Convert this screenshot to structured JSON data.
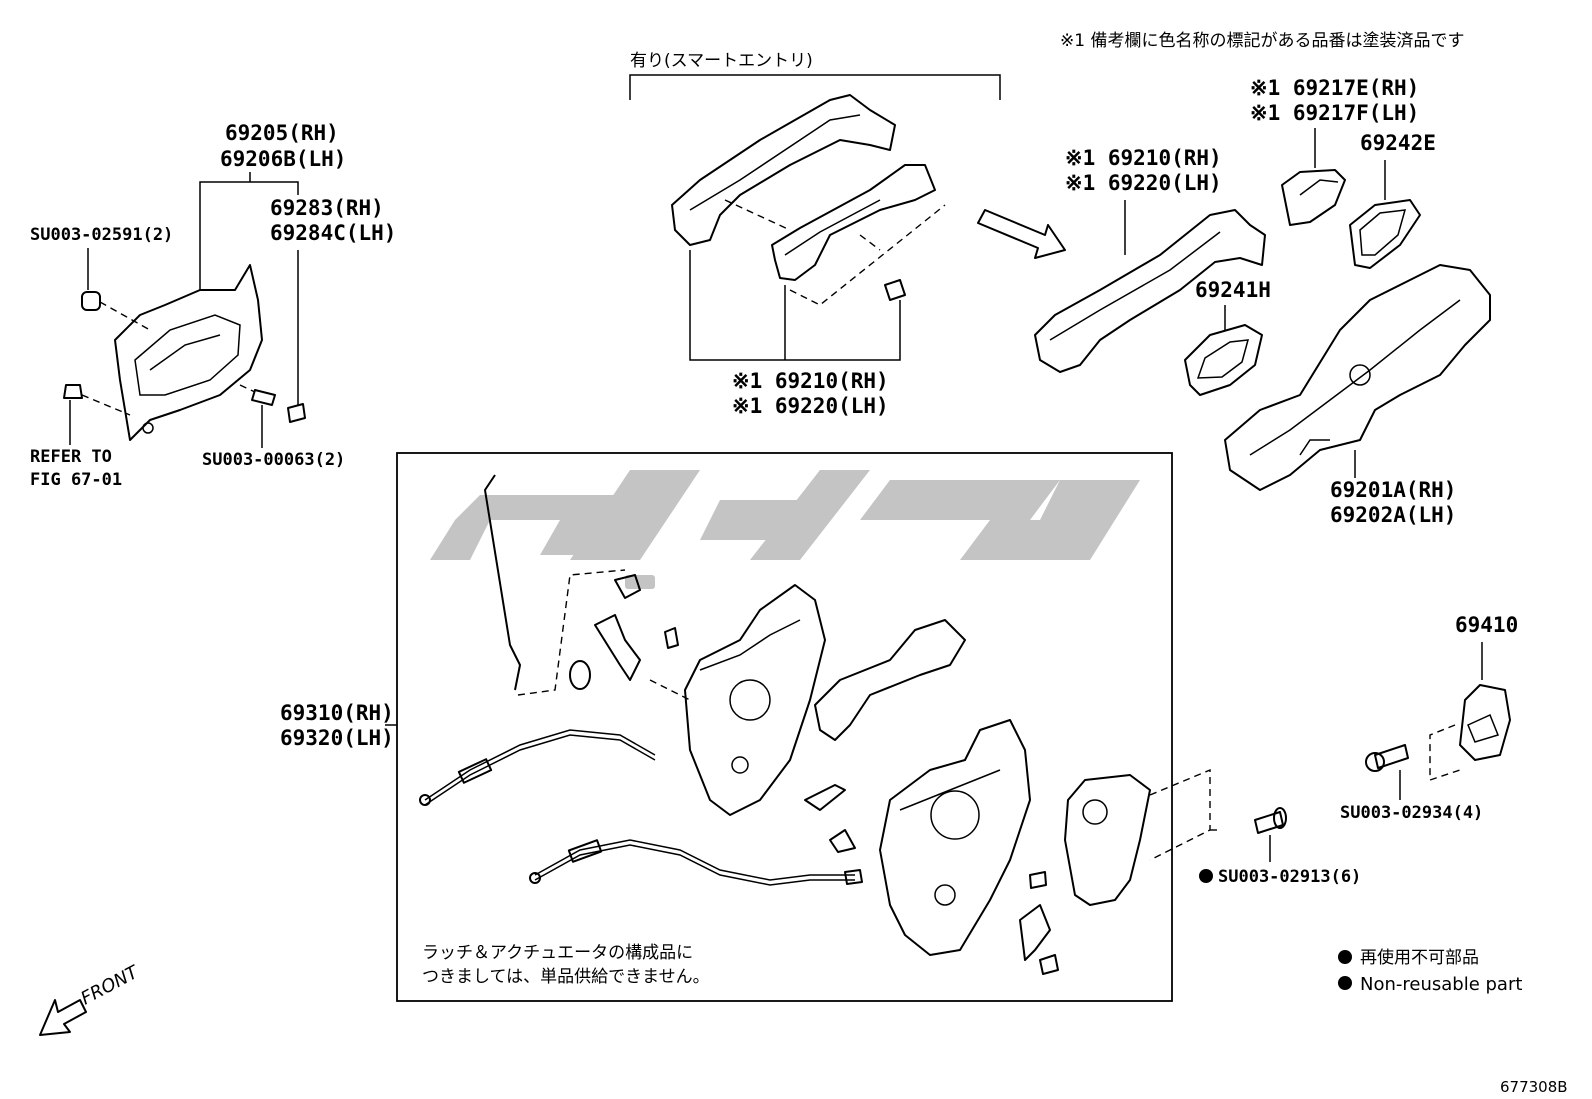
{
  "notes": {
    "paint_note": "※1 備考欄に色名称の標記がある品番は塗装済品です",
    "smart_entry_label": "有り(スマートエントリ)",
    "latch_note_line1": "ラッチ＆アクチュエータの構成品に",
    "latch_note_line2": "つきましては、単品供給できません。",
    "legend_jp": "再使用不可部品",
    "legend_en": "Non-reusable part",
    "front_label": "FRONT",
    "figure_code": "677308B"
  },
  "parts": {
    "p69205": "69205(RH)",
    "p69206b": "69206B(LH)",
    "p69283": "69283(RH)",
    "p69284c": "69284C(LH)",
    "su_02591": "SU003-02591(2)",
    "su_00063": "SU003-00063(2)",
    "refer_line1": "REFER TO",
    "refer_line2": "FIG 67-01",
    "handle_center_rh": "※1 69210(RH)",
    "handle_center_lh": "※1 69220(LH)",
    "handle_right_rh": "※1 69210(RH)",
    "handle_right_lh": "※1 69220(LH)",
    "p69217e": "※1 69217E(RH)",
    "p69217f": "※1 69217F(LH)",
    "p69242e": "69242E",
    "p69241h": "69241H",
    "p69201a": "69201A(RH)",
    "p69202a": "69202A(LH)",
    "p69310": "69310(RH)",
    "p69320": "69320(LH)",
    "p69410": "69410",
    "su_02934": "SU003-02934(4)",
    "su_02913": "SU003-02913(6)"
  }
}
